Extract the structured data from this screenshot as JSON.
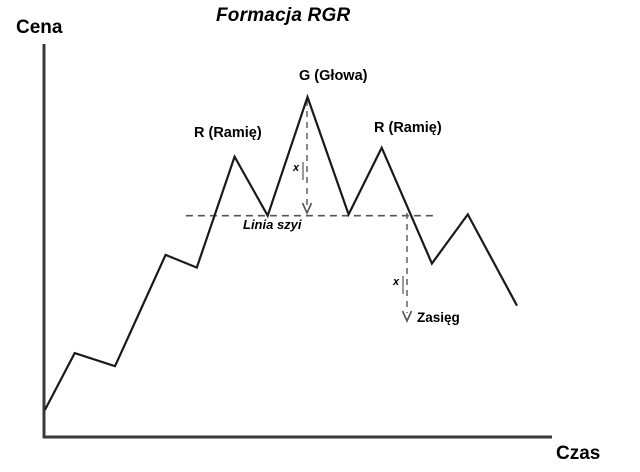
{
  "chart_data": {
    "type": "line",
    "title": "Formacja RGR",
    "xlabel": "Czas",
    "ylabel": "Cena",
    "grid": false,
    "legend": null,
    "xlim": [
      0,
      100
    ],
    "ylim": [
      0,
      100
    ],
    "series": [
      {
        "name": "Cena",
        "points": [
          {
            "x": 0.2,
            "y": 9.6,
            "note": "start"
          },
          {
            "x": 6.5,
            "y": 23.5,
            "note": "minor peak 1"
          },
          {
            "x": 15.0,
            "y": 20.3,
            "note": "minor trough 1"
          },
          {
            "x": 25.7,
            "y": 47.5,
            "note": "minor peak 2"
          },
          {
            "x": 32.3,
            "y": 44.4,
            "note": "minor trough 2"
          },
          {
            "x": 40.3,
            "y": 71.5,
            "note": "lewe ramie (left shoulder)"
          },
          {
            "x": 47.3,
            "y": 57.1,
            "note": "neckline trough 1"
          },
          {
            "x": 55.7,
            "y": 86.1,
            "note": "glowa (head)"
          },
          {
            "x": 64.4,
            "y": 57.4,
            "note": "neckline trough 2"
          },
          {
            "x": 71.4,
            "y": 73.7,
            "note": "prawe ramie (right shoulder)"
          },
          {
            "x": 82.0,
            "y": 45.4,
            "note": "breakdown trough"
          },
          {
            "x": 89.6,
            "y": 57.4,
            "note": "pullback peak"
          },
          {
            "x": 100.0,
            "y": 35.1,
            "note": "end"
          }
        ]
      }
    ],
    "annotations": {
      "neckline": {
        "label": "Linia szyi",
        "y_value": 57.1,
        "x_start": 30.0,
        "x_end": 82.5,
        "style": "dashed"
      },
      "head_measure": {
        "label": "x",
        "from_y": 86.1,
        "to_y": 57.1,
        "x_value": 55.7,
        "style": "dashed-arrow-down"
      },
      "target_measure": {
        "label": "x",
        "caption": "Zasięg",
        "from_y": 57.1,
        "to_y": 28.2,
        "x_value": 82.5,
        "style": "dashed-arrow-down"
      },
      "peak_labels": [
        {
          "id": "left-shoulder",
          "text": "R (Ramię)",
          "x": 40.3,
          "y": 71.5
        },
        {
          "id": "head",
          "text": "G (Głowa)",
          "x": 55.7,
          "y": 86.1
        },
        {
          "id": "right-shoulder",
          "text": "R (Ramię)",
          "x": 71.4,
          "y": 73.7
        }
      ]
    },
    "colors": {
      "line": "#1a1a1a",
      "axis": "#3a3a3a",
      "dashed": "#555555",
      "text": "#000000",
      "background": "#ffffff"
    }
  },
  "labels": {
    "title": "Formacja RGR",
    "y_axis": "Cena",
    "x_axis": "Czas",
    "left_shoulder": "R (Ramię)",
    "head": "G (Głowa)",
    "right_shoulder": "R (Ramię)",
    "neckline": "Linia szyi",
    "head_height": "x",
    "target_height": "x",
    "target": "Zasięg"
  }
}
